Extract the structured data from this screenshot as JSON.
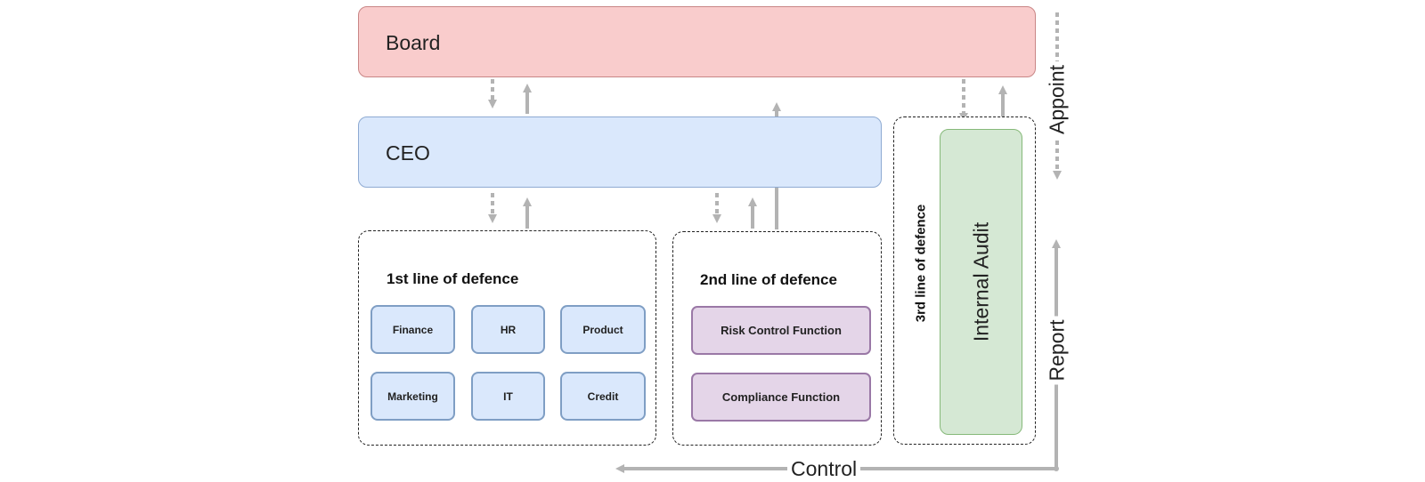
{
  "board": {
    "label": "Board"
  },
  "ceo": {
    "label": "CEO"
  },
  "first_line": {
    "title": "1st line of defence",
    "units": [
      "Finance",
      "HR",
      "Product",
      "Marketing",
      "IT",
      "Credit"
    ]
  },
  "second_line": {
    "title": "2nd line of defence",
    "functions": [
      "Risk Control Function",
      "Compliance Function"
    ]
  },
  "third_line": {
    "title": "3rd line of defence",
    "internal_audit": "Internal Audit"
  },
  "edge_labels": {
    "appoint": "Appoint",
    "report": "Report",
    "control": "Control"
  },
  "colors": {
    "board_fill": "#f9cccc",
    "ceo_fill": "#dae8fc",
    "function_fill": "#e4d5e8",
    "audit_fill": "#d5e8d4",
    "arrow": "#b3b3b3"
  }
}
